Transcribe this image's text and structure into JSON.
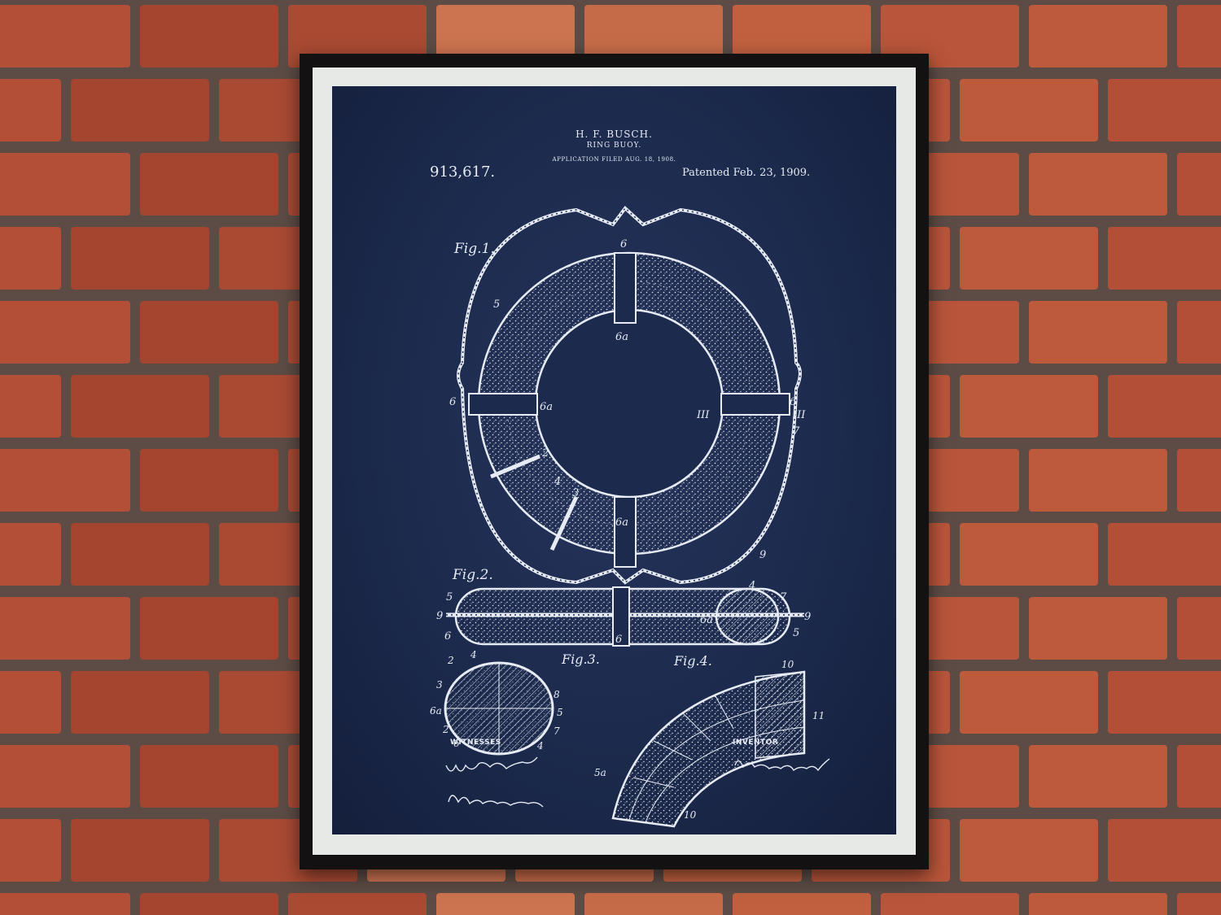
{
  "scene": {
    "subject": "framed-patent-print-on-brick-wall",
    "colors": {
      "brick": "#b8553a",
      "mortar": "#5d4c46",
      "frame": "#141112",
      "mat": "#e7e9e6",
      "paper": "#1c2a4d",
      "ink": "#e6ebf4"
    }
  },
  "patent": {
    "inventor_name": "H. F. BUSCH.",
    "invention_title": "RING BUOY.",
    "application_filed": "APPLICATION FILED AUG. 18, 1908.",
    "patent_number": "913,617.",
    "patented_date": "Patented Feb. 23, 1909.",
    "witnesses_label": "WITNESSES",
    "inventor_label": "INVENTOR",
    "signatures": {
      "witness_1": "W. W. Swartz",
      "witness_2": "R. A. Baldenson",
      "inventor": "Herman F. Busch"
    }
  },
  "figures": {
    "fig1": {
      "label": "Fig.1.",
      "refs": [
        "6",
        "6a",
        "5",
        "6",
        "6a",
        "III",
        "6",
        "III",
        "7",
        "2",
        "4",
        "3",
        "6a",
        "9",
        "6"
      ]
    },
    "fig2": {
      "label": "Fig.2.",
      "refs": [
        "5",
        "9",
        "6",
        "6",
        "6a",
        "4",
        "7",
        "9",
        "5"
      ]
    },
    "fig3": {
      "label": "Fig.3.",
      "refs": [
        "2",
        "4",
        "3",
        "6a",
        "2",
        "6",
        "4",
        "8",
        "5",
        "7"
      ]
    },
    "fig4": {
      "label": "Fig.4.",
      "refs": [
        "10",
        "11",
        "5a",
        "10"
      ]
    }
  }
}
